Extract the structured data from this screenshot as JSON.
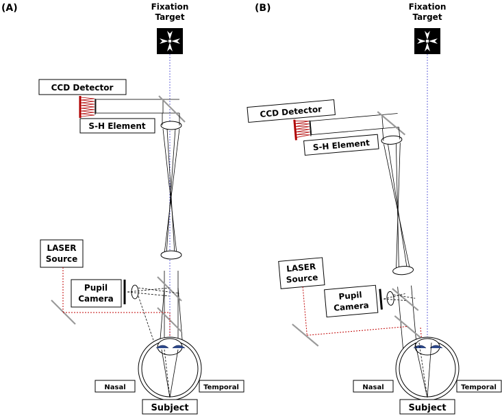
{
  "panels": [
    {
      "id": "A",
      "panel_label": "(A)",
      "fixation_target": [
        "Fixation",
        "Target"
      ],
      "ccd_detector": "CCD Detector",
      "sh_element": "S-H Element",
      "laser_source": [
        "LASER",
        "Source"
      ],
      "pupil_camera": [
        "Pupil",
        "Camera"
      ],
      "nasal": "Nasal",
      "temporal": "Temporal",
      "subject": "Subject"
    },
    {
      "id": "B",
      "panel_label": "(B)",
      "fixation_target": [
        "Fixation",
        "Target"
      ],
      "ccd_detector": "CCD Detector",
      "sh_element": "S-H Element",
      "laser_source": [
        "LASER",
        "Source"
      ],
      "pupil_camera": [
        "Pupil",
        "Camera"
      ],
      "nasal": "Nasal",
      "temporal": "Temporal",
      "subject": "Subject"
    }
  ],
  "colors": {
    "laser_path": "#c00000",
    "visual_axis": "#3a3ad0",
    "mirror": "#9a9a9a",
    "iris": "#2e4a8c",
    "fixation_target_bg": "#000000"
  },
  "icons": {
    "fixation_target": "maltese-cross-icon"
  }
}
